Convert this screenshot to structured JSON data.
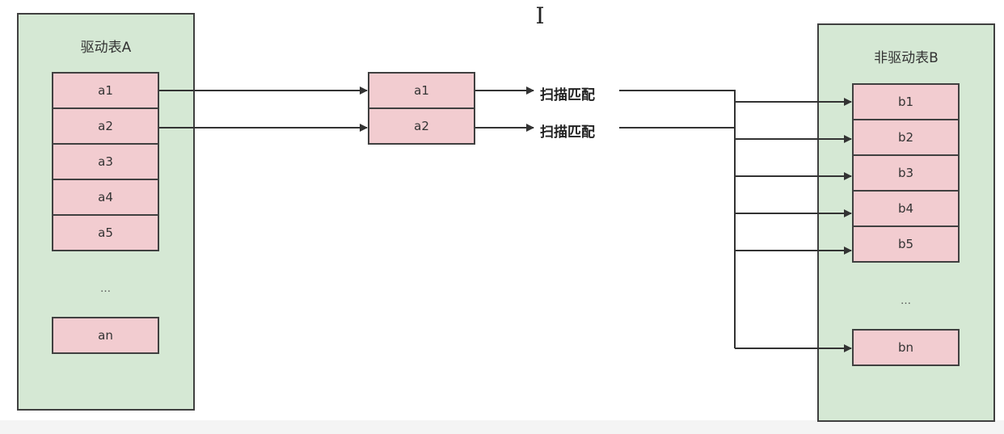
{
  "driving_table": {
    "title": "驱动表A",
    "rows": [
      "a1",
      "a2",
      "a3",
      "a4",
      "a5"
    ],
    "ellipsis": "…",
    "last": "an"
  },
  "buffer": {
    "rows": [
      "a1",
      "a2"
    ]
  },
  "scan_labels": [
    "扫描匹配",
    "扫描匹配"
  ],
  "non_driving_table": {
    "title": "非驱动表B",
    "rows": [
      "b1",
      "b2",
      "b3",
      "b4",
      "b5"
    ],
    "ellipsis": "…",
    "last": "bn"
  },
  "colors": {
    "panel_fill": "#d5e8d4",
    "cell_fill": "#f2ccd0",
    "stroke": "#404040"
  },
  "icons": {
    "cursor": "text-cursor-icon"
  }
}
